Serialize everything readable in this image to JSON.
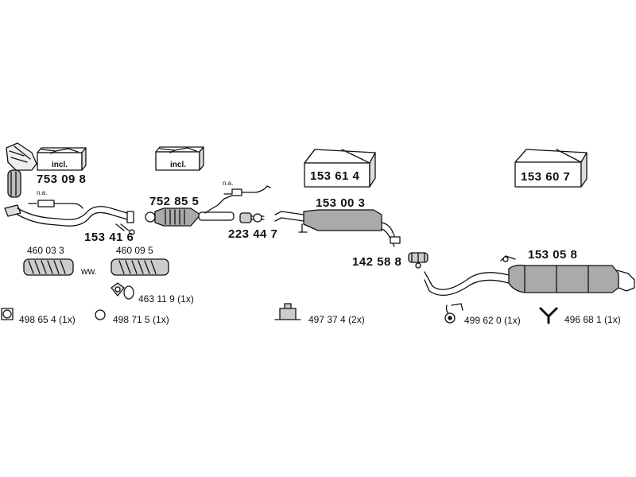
{
  "kits": {
    "kit1": {
      "incl": "incl.",
      "part": "753 09 8"
    },
    "kit2": {
      "incl": "incl.",
      "part": "752 85 5"
    },
    "kit3": {
      "part": "153 61 4"
    },
    "kit4": {
      "part": "153 60 7"
    }
  },
  "parts": {
    "p_153416": "153 41 6",
    "p_223447": "223 44 7",
    "p_153003": "153 00 3",
    "p_142588": "142 58 8",
    "p_153058": "153 05 8",
    "p_460033": "460 03 3",
    "p_460095": "460 09 5",
    "p_4631191": "463 11 9 (1x)"
  },
  "notes": {
    "na1": "n.a.",
    "na2": "n.a.",
    "ww": "ww."
  },
  "accessories": {
    "a1": "498 65 4  (1x)",
    "a2": "498 71 5 (1x)",
    "a3": "497 37 4 (2x)",
    "a4": "499 62 0  (1x)",
    "a5": "496 68 1 (1x)"
  }
}
